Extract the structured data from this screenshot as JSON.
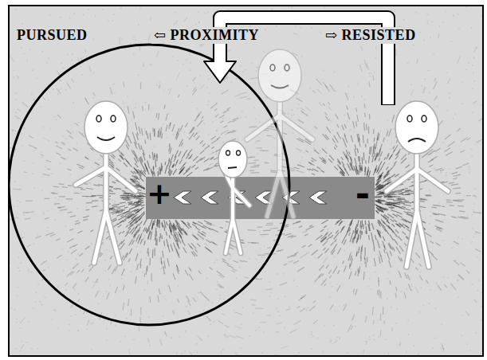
{
  "diagram": {
    "labels": [
      "PURSUED",
      "⇦ PROXIMITY",
      "⇨ RESISTED",
      "+",
      "-"
    ]
  }
}
